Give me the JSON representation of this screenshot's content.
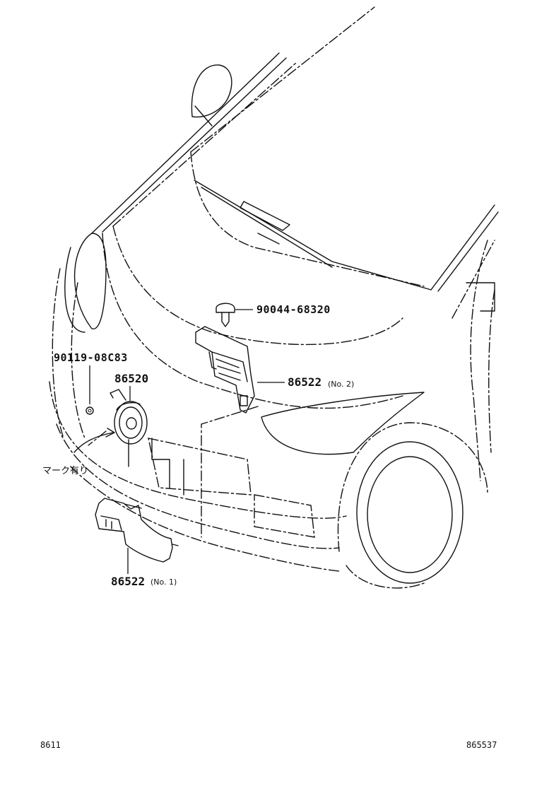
{
  "callouts": {
    "clip": "90044-68320",
    "bolt": "90119-08C83",
    "horn": "86520",
    "bracket_no2": "86522",
    "bracket_no2_suffix": "(No. 2)",
    "bracket_no1": "86522",
    "bracket_no1_suffix": "(No. 1)",
    "mark_note": "マーク有り"
  },
  "footer": {
    "left_code": "8611",
    "right_code": "865537"
  }
}
